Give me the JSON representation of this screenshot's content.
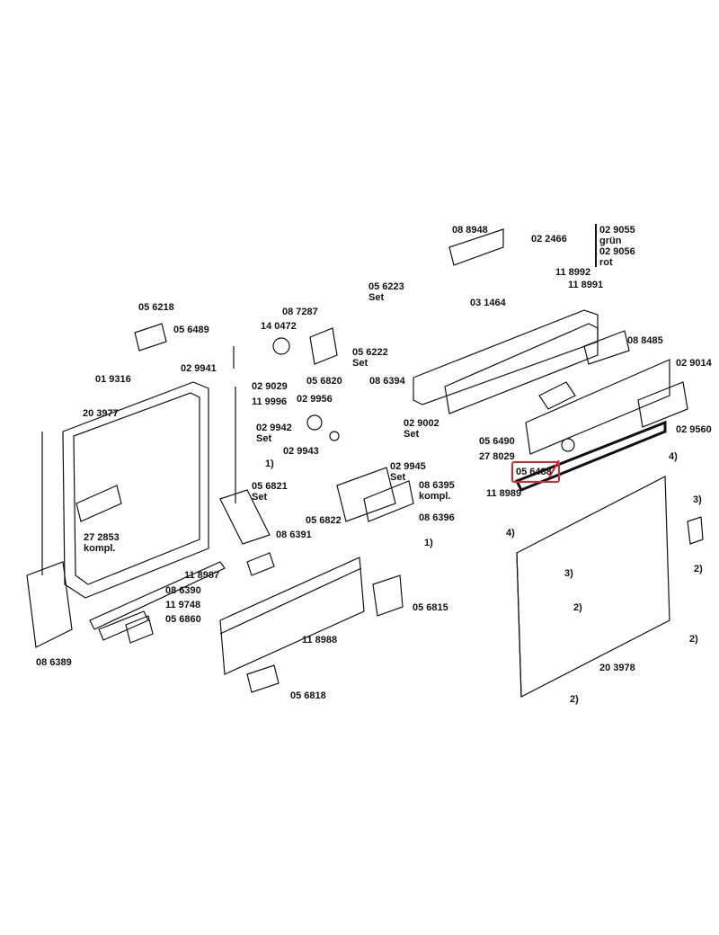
{
  "diagram": {
    "highlight_color": "#d9262c",
    "highlighted_part": "05 6488",
    "labels": [
      "08 8948",
      "02 2466",
      "02 9055",
      "grün",
      "02 9056",
      "rot",
      "11 8992",
      "11 8991",
      "03 1464",
      "05 6223",
      "Set",
      "08 7287",
      "14 0472",
      "05 6222",
      "Set",
      "05 6218",
      "05 6489",
      "08 8485",
      "02 9941",
      "01 9316",
      "02 9029",
      "05 6820",
      "08 6394",
      "02 9014",
      "11 9996",
      "02 9956",
      "20 3977",
      "02 9942",
      "Set",
      "02 9002",
      "Set",
      "05 6490",
      "02 9560",
      "02 9943",
      "27 8029",
      "02 9945",
      "Set",
      "4)",
      "1)",
      "05 6488",
      "05 6821",
      "Set",
      "08 6395",
      "kompl.",
      "11 8989",
      "05 6822",
      "08 6396",
      "3)",
      "27 2853",
      "kompl.",
      "08 6391",
      "4)",
      "1)",
      "2)",
      "3)",
      "11 8987",
      "08 6390",
      "11 9748",
      "2)",
      "05 6860",
      "05 6815",
      "2)",
      "11 8988",
      "08 6389",
      "20 3978",
      "05 6818",
      "2)"
    ]
  }
}
